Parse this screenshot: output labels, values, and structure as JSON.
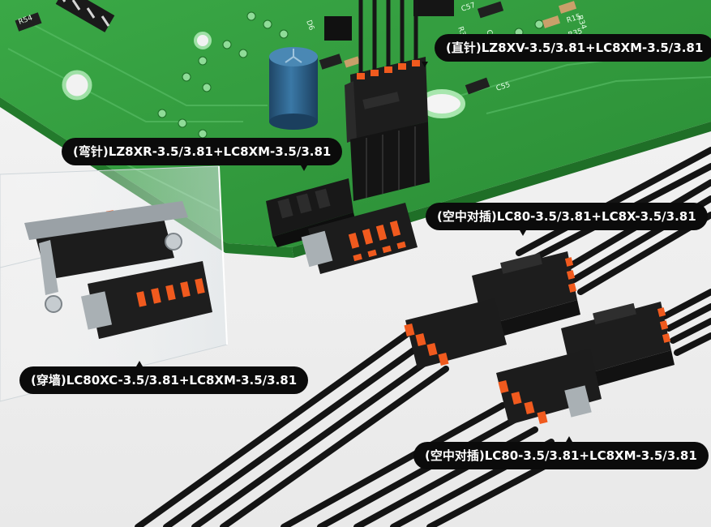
{
  "callouts": {
    "vertical_pin": "(直针)LZ8XV-3.5/3.81+LC8XM-3.5/3.81",
    "right_angle_pin": "(弯针)LZ8XR-3.5/3.81+LC8XM-3.5/3.81",
    "in_air_mating_1": "(空中对插)LC80-3.5/3.81+LC8X-3.5/3.81",
    "panel_feedthrough": "(穿墙)LC80XC-3.5/3.81+LC8XM-3.5/3.81",
    "in_air_mating_2": "(空中对插)LC80-3.5/3.81+LC8XM-3.5/3.81"
  },
  "pcb_labels": {
    "r54": "R54",
    "d6": "D6",
    "c57": "C57",
    "r34": "R34",
    "r36": "R36",
    "r35": "R35",
    "c53": "C53",
    "c55": "C55",
    "r15": "R15"
  },
  "colors": {
    "pcb_green": "#2f9a3a",
    "connector_body": "#1e1e1e",
    "latch_orange": "#f05a1e",
    "capacitor_blue": "#2d5f86",
    "callout_bg": "#0b0b0b",
    "callout_text": "#ffffff"
  }
}
